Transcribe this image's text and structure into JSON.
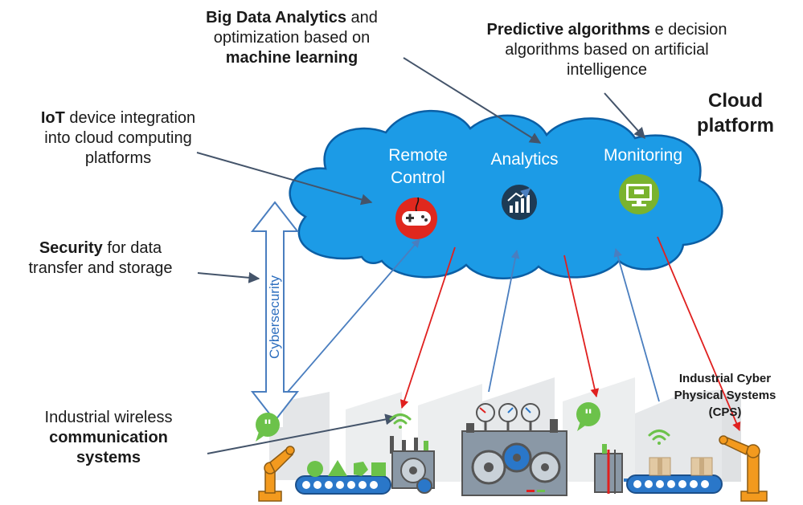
{
  "labels": {
    "big_data": {
      "bold": "Big Data Analytics",
      "rest1": " and",
      "line2": "optimization based on",
      "line3_bold": "machine learning"
    },
    "predictive": {
      "bold": "Predictive algorithms",
      "rest1": " e decision",
      "line2": "algorithms based on artificial",
      "line3": "intelligence"
    },
    "iot": {
      "bold": "IoT",
      "rest1": " device integration",
      "line2": "into cloud computing",
      "line3": "platforms"
    },
    "security": {
      "bold": "Security",
      "rest1": " for data",
      "line2": "transfer and storage"
    },
    "wireless": {
      "line1": "Industrial wireless",
      "line2_bold": "communication",
      "line3_bold": "systems"
    },
    "cloud_title": {
      "line1": "Cloud",
      "line2": "platform"
    },
    "cps": {
      "line1": "Industrial Cyber",
      "line2": "Physical Systems",
      "line3": "(CPS)"
    },
    "cybersecurity": "Cybersecurity"
  },
  "cloud": {
    "remote": {
      "line1": "Remote",
      "line2": "Control"
    },
    "analytics": "Analytics",
    "monitoring": "Monitoring"
  },
  "icons": {
    "remote": "gamepad-icon",
    "analytics": "rising-chart-icon",
    "monitoring": "monitor-icon",
    "wifi": "wifi-icon",
    "chat": "chat-bubble-icon"
  },
  "colors": {
    "cloud_fill": "#1c9be6",
    "cloud_stroke": "#0b5fa5",
    "up_arrow": "#4a7ebf",
    "down_arrow": "#e0201f",
    "pointer": "#44546a",
    "remote_icon": "#e0281e",
    "analytics_icon": "#1e3b55",
    "monitoring_icon": "#7ab32e"
  }
}
